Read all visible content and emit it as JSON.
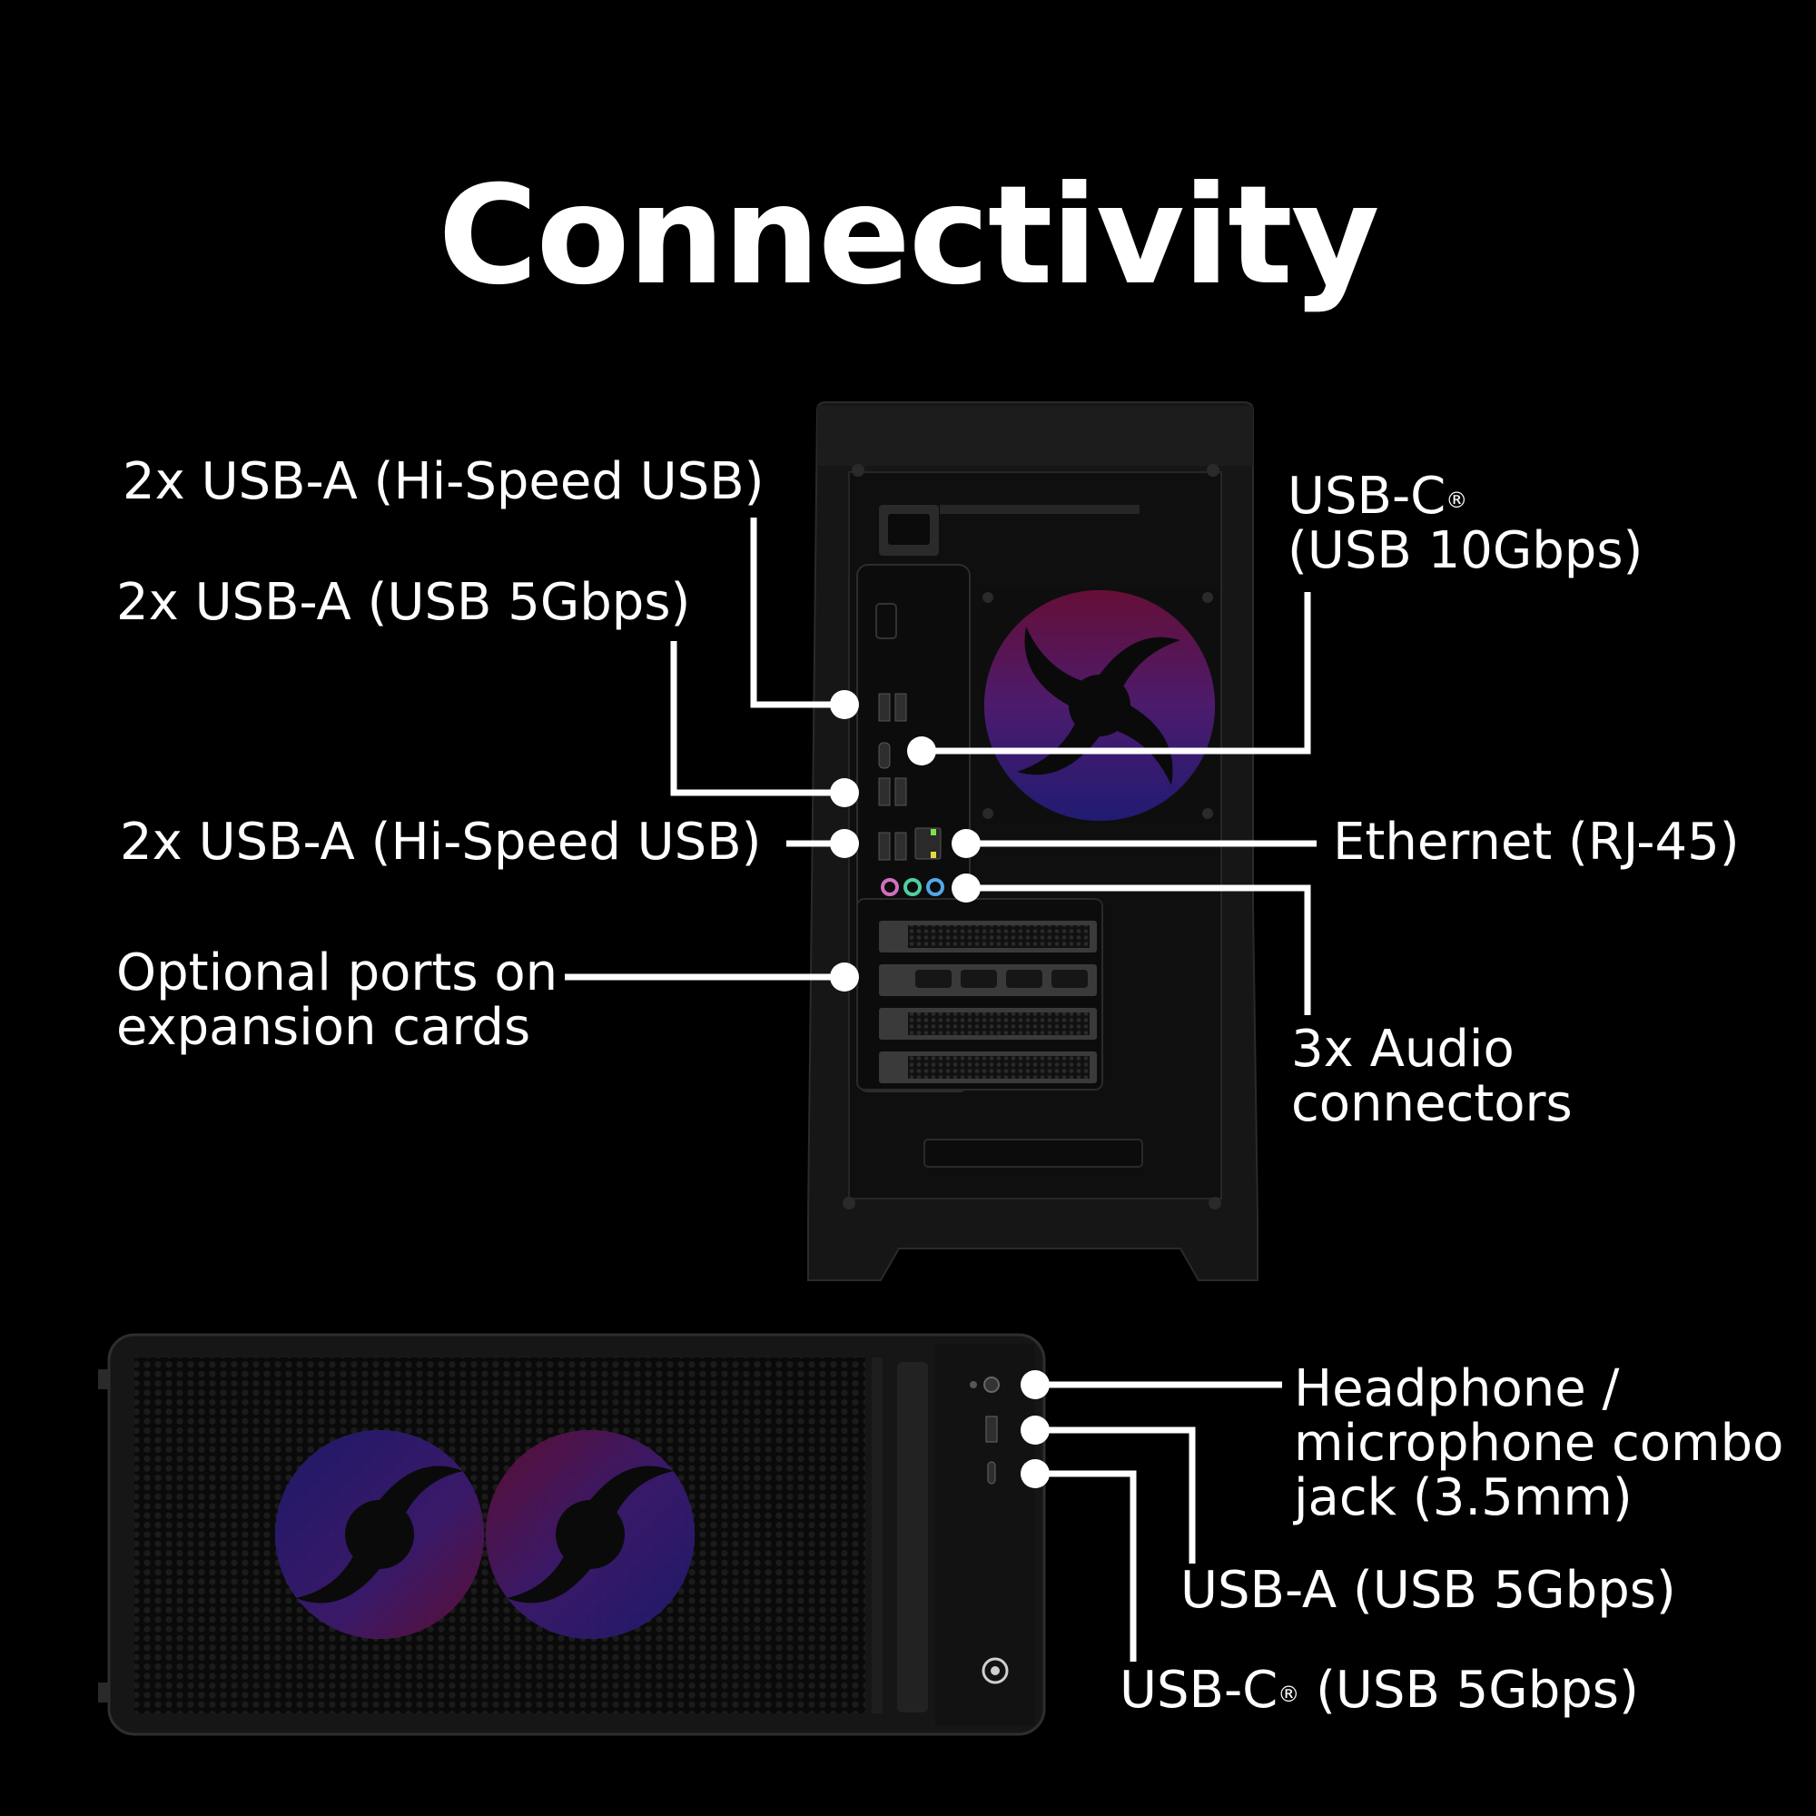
{
  "title": "Connectivity",
  "labels": {
    "usb_a_hispeed_top": "2x USB-A (Hi-Speed USB)",
    "usb_a_5gbps_rear": "2x USB-A (USB 5Gbps)",
    "usb_a_hispeed_bottom": "2x USB-A (Hi-Speed USB)",
    "optional_ports_line1": "Optional ports on",
    "optional_ports_line2": "expansion cards",
    "usb_c_rear_line1": "USB-C",
    "usb_c_rear_reg": "®",
    "usb_c_rear_line2": "(USB 10Gbps)",
    "ethernet": "Ethernet (RJ-45)",
    "audio_line1": "3x Audio",
    "audio_line2": "connectors",
    "headphone_line1": "Headphone /",
    "headphone_line2": "microphone combo",
    "headphone_line3": "jack (3.5mm)",
    "usb_a_5gbps_front": "USB-A (USB 5Gbps)",
    "usb_c_front_prefix": "USB-C",
    "usb_c_front_reg": "®",
    "usb_c_front_suffix": " (USB 5Gbps)"
  },
  "colors": {
    "background": "#000000",
    "text": "#ffffff",
    "fan_pink": "#e0207a",
    "fan_purple": "#8a3cff",
    "fan_blue": "#4a3cff",
    "audio_pink": "#d070c0",
    "audio_green": "#4fd0a0",
    "audio_blue": "#50a8e8",
    "ethernet_led_green": "#7ee04a",
    "ethernet_led_yellow": "#e8d840"
  }
}
